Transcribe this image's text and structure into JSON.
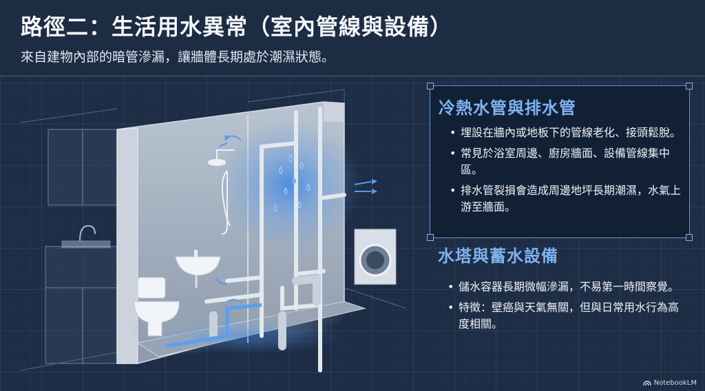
{
  "header": {
    "title": "路徑二：生活用水異常（室內管線與設備）",
    "subtitle": "來自建物內部的暗管滲漏，讓牆體長期處於潮濕狀態。"
  },
  "section_pipes": {
    "title": "冷熱水管與排水管",
    "bullets": [
      "埋設在牆內或地板下的管線老化、接頭鬆脫。",
      "常見於浴室周邊、廚房牆面、設備管線集中區。",
      "排水管裂損會造成周邊地坪長期潮濕，水氣上游至牆面。"
    ]
  },
  "section_tank": {
    "title": "水塔與蓄水設備",
    "bullets": [
      "儲水容器長期微幅滲漏，不易第一時間察覺。",
      "特徵：壁癌與天氣無關，但與日常用水行為高度相關。"
    ]
  },
  "brand": {
    "label": "NotebookLM"
  },
  "colors": {
    "background": "#1d2d45",
    "accent_heading": "#7fb2f0",
    "panel_border": "#6f95c6",
    "water_glow": "#3f86e6"
  }
}
